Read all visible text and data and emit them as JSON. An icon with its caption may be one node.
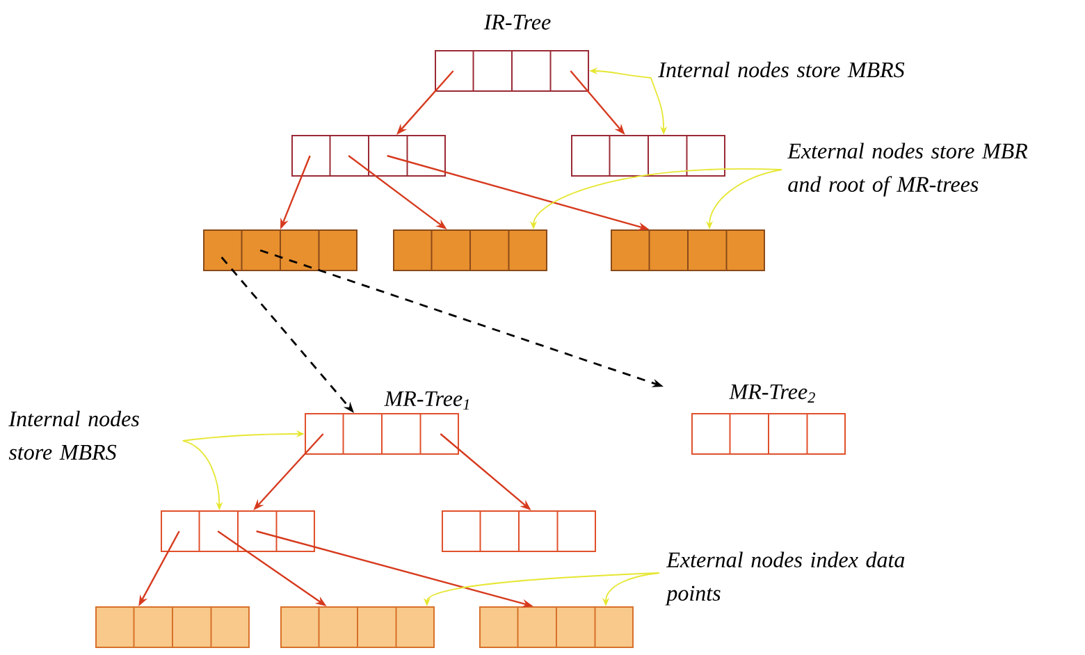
{
  "diagram": {
    "nodes": [
      {
        "text": [],
        "shape": "box",
        "beside": [
          "IR-Tree"
        ]
      },
      {
        "text": [
          "Internal nodes store MBRS"
        ]
      },
      {
        "text": [],
        "shape": "box"
      },
      {
        "text": [],
        "shape": "box"
      },
      {
        "text": [
          "External nodes store MBR and root of MR-trees"
        ]
      },
      {
        "text": [],
        "shape": "box"
      },
      {
        "text": [],
        "shape": "box"
      },
      {
        "text": [],
        "shape": "box"
      },
      {
        "text": [],
        "shape": "box",
        "beside": [
          "MR-Tree$_{1}$"
        ]
      },
      {
        "text": [],
        "shape": "box",
        "beside": [
          "MR-Tree$_{2}$"
        ]
      },
      {
        "text": [
          "Internal nodes store MBRS"
        ]
      },
      {
        "text": [],
        "shape": "box"
      },
      {
        "text": [],
        "shape": "box"
      },
      {
        "text": [
          "External nodes index data points"
        ]
      },
      {
        "text": [],
        "shape": "box"
      },
      {
        "text": [],
        "shape": "box"
      },
      {
        "text": [],
        "shape": "box"
      }
    ],
    "edges": [
      {
        "from": 0,
        "to": 2,
        "arrow": "to"
      },
      {
        "from": 0,
        "to": 3,
        "arrow": "to"
      },
      {
        "from": 2,
        "to": 5,
        "arrow": "to"
      },
      {
        "from": 2,
        "to": 6,
        "arrow": "to"
      },
      {
        "from": 2,
        "to": 7,
        "arrow": "to"
      },
      {
        "from": 5,
        "to": 8,
        "arrow": "to",
        "style": "dashed",
        "color": "#000000"
      },
      {
        "from": 5,
        "to": 9,
        "arrow": "to",
        "style": "dashed",
        "color": "#000000"
      },
      {
        "from": 8,
        "to": 11,
        "arrow": "to"
      },
      {
        "from": 8,
        "to": 12,
        "arrow": "to"
      },
      {
        "from": 11,
        "to": 14,
        "arrow": "to"
      },
      {
        "from": 11,
        "to": 15,
        "arrow": "to"
      },
      {
        "from": 11,
        "to": 16,
        "arrow": "to"
      },
      {
        "from": 1,
        "to": 0,
        "arrow": "to",
        "color": "#e6e632"
      },
      {
        "from": 1,
        "to": 3,
        "arrow": "to",
        "color": "#e6e632"
      },
      {
        "from": 4,
        "to": 6,
        "arrow": "to",
        "color": "#e6e632"
      },
      {
        "from": 4,
        "to": 7,
        "arrow": "to",
        "color": "#e6e632"
      },
      {
        "from": 10,
        "to": 8,
        "arrow": "to",
        "color": "#e6e632"
      },
      {
        "from": 10,
        "to": 11,
        "arrow": "to",
        "color": "#e6e632"
      },
      {
        "from": 13,
        "to": 15,
        "arrow": "to",
        "color": "#e6e632"
      },
      {
        "from": 13,
        "to": 16,
        "arrow": "to",
        "color": "#e6e632"
      }
    ]
  }
}
